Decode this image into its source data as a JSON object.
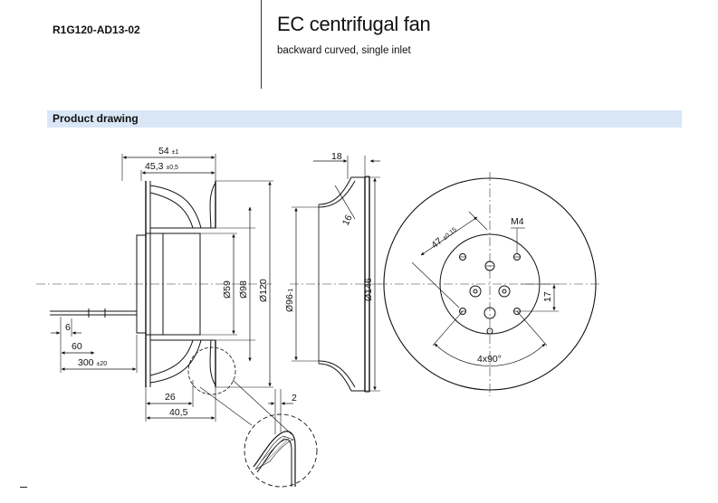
{
  "header": {
    "model": "R1G120-AD13-02",
    "title": "EC centrifugal fan",
    "subtitle": "backward curved, single inlet"
  },
  "section": {
    "title": "Product drawing"
  },
  "dims": {
    "side": {
      "d54": "54",
      "d54_tol": "±1",
      "d45": "45,3",
      "d45_tol": "±0,5",
      "d59": "Ø59",
      "d98": "Ø98",
      "d120": "Ø120",
      "d26": "26",
      "d40": "40,5",
      "d6": "6",
      "d60": "60",
      "d300": "300",
      "d300_tol": "±20"
    },
    "middle": {
      "d18": "18",
      "d16": "16",
      "d96": "Ø96",
      "d96_tol": "-1",
      "d146": "Ø146",
      "d2": "2"
    },
    "front": {
      "d47": "47",
      "d47_tol": "±0,15",
      "m4": "M4",
      "d17": "17",
      "angle": "4x90°"
    }
  }
}
